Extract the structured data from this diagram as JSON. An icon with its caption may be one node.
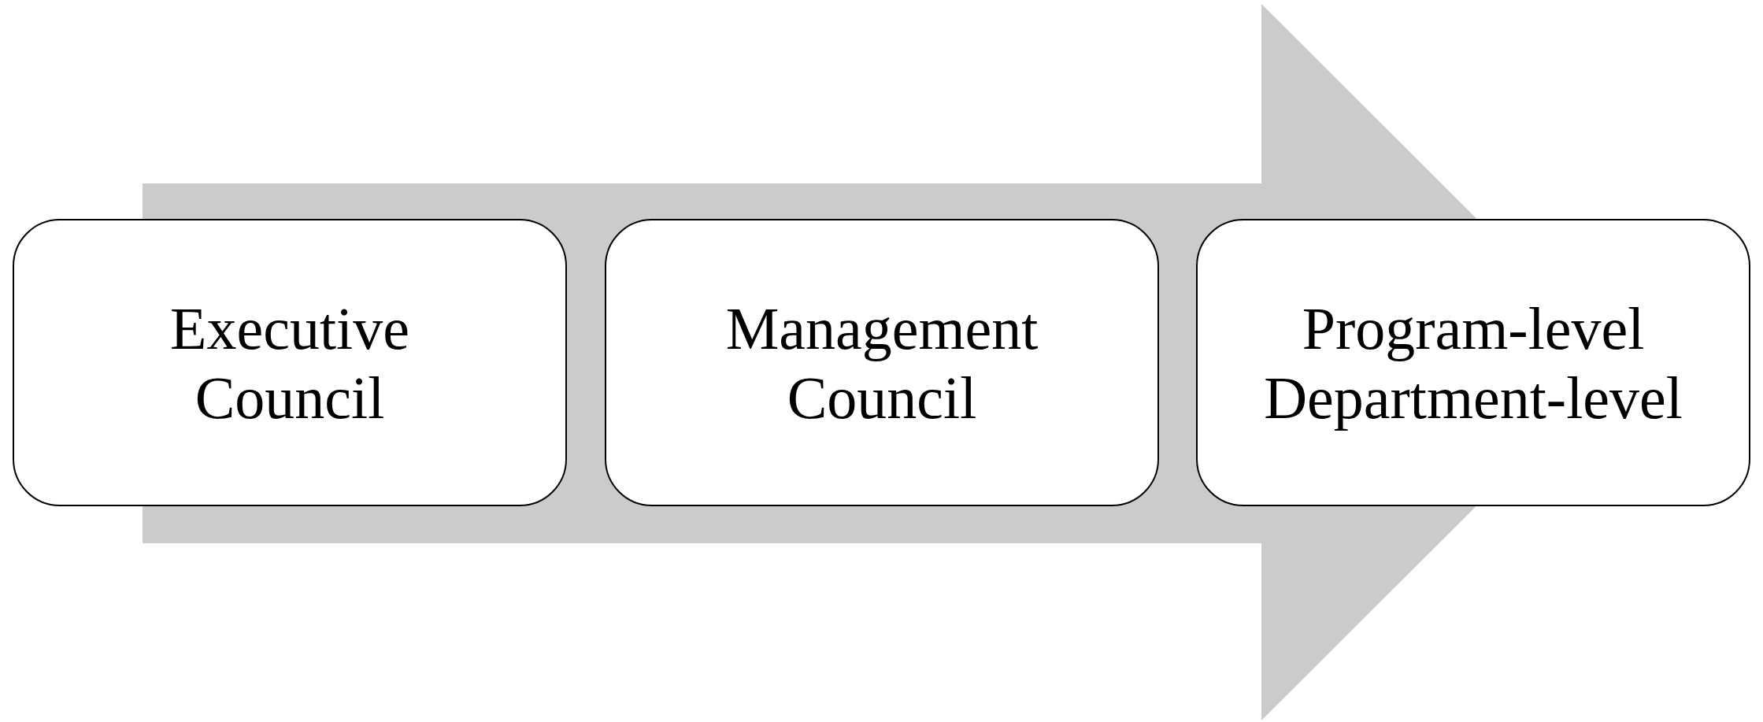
{
  "diagram": {
    "nodes": [
      {
        "text": [
          "Executive Council"
        ]
      },
      {
        "text": [
          "Management Council"
        ]
      },
      {
        "text": [
          "Program-level",
          "Department-level"
        ]
      }
    ],
    "edges": [
      {
        "from": 0,
        "to": 2,
        "arrow": "to"
      }
    ]
  }
}
